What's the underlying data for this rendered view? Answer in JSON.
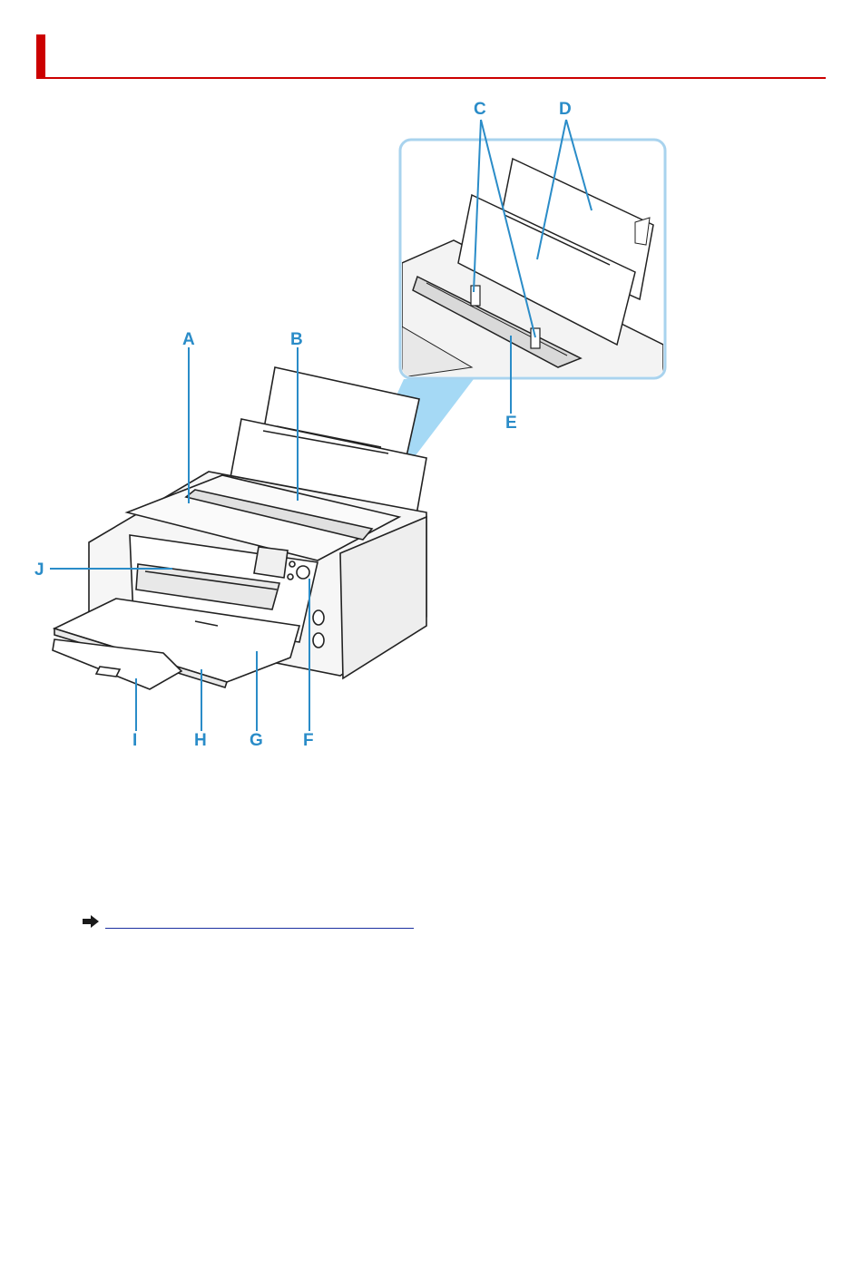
{
  "colors": {
    "accent_red": "#cc0000",
    "callout_blue": "#2a8cc8",
    "inset_border": "#a9d3ee",
    "link_blue": "#1a2fa0"
  },
  "header": {
    "title": ""
  },
  "figure": {
    "callouts": {
      "A": "A",
      "B": "B",
      "C": "C",
      "D": "D",
      "E": "E",
      "F": "F",
      "G": "G",
      "H": "H",
      "I": "I",
      "J": "J"
    }
  },
  "link": {
    "icon": "arrow-right-icon",
    "text": ""
  }
}
